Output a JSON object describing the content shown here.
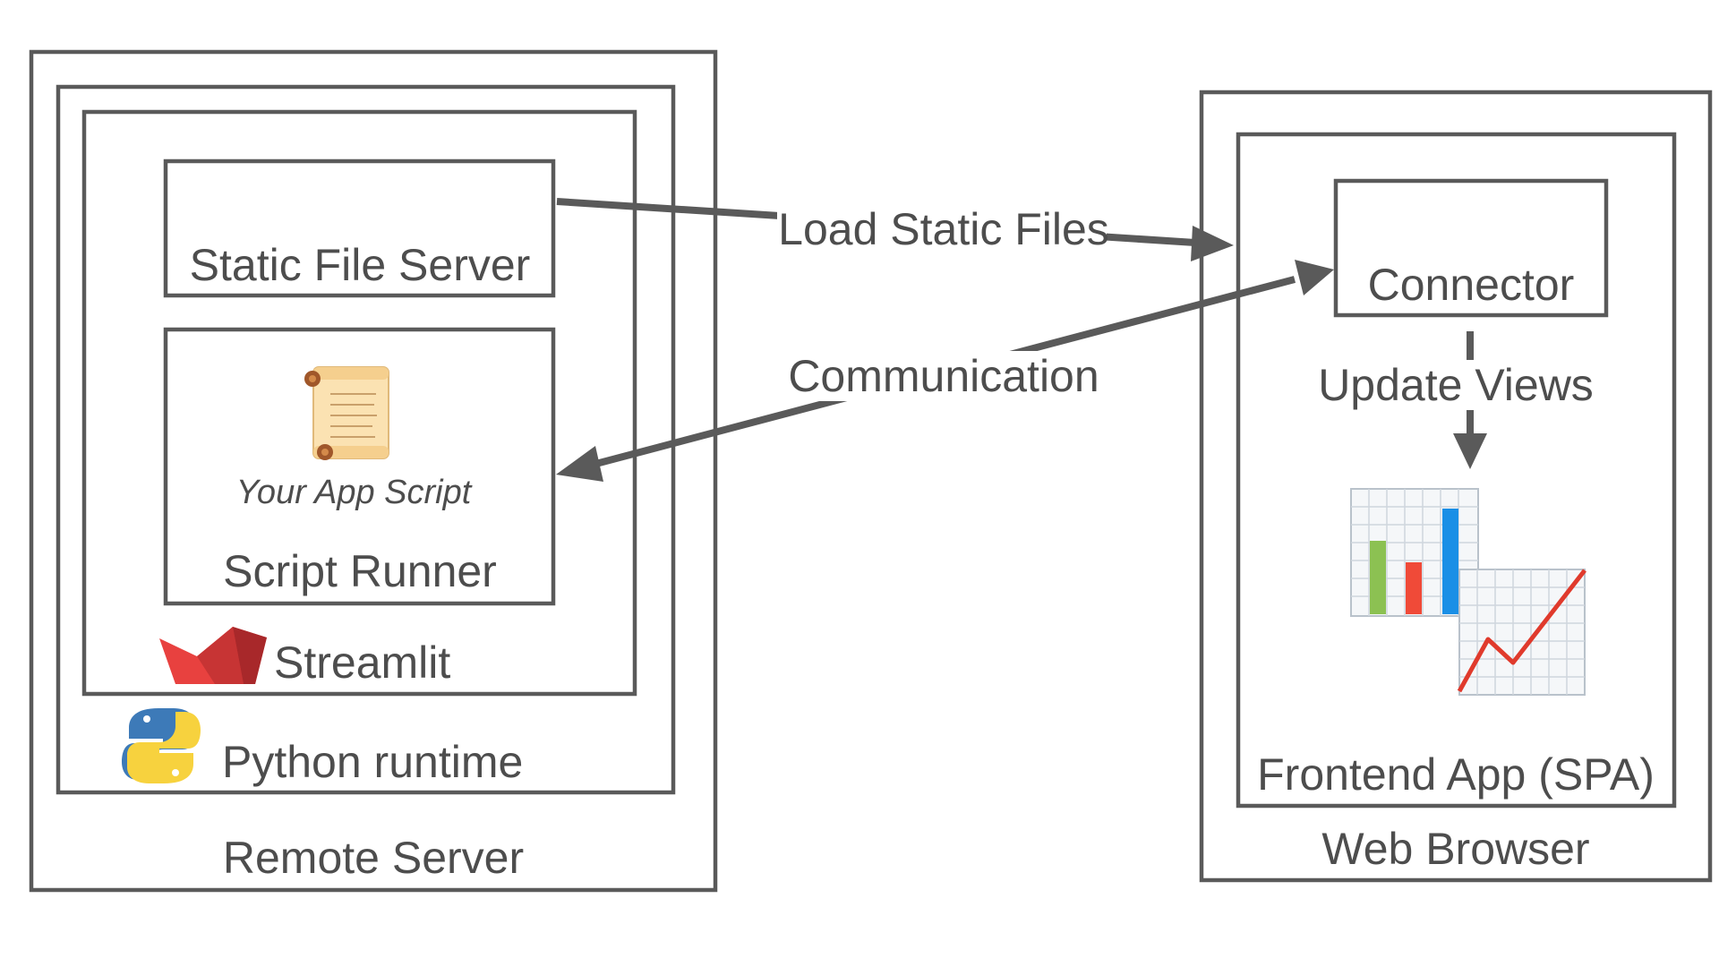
{
  "remote_server": {
    "title": "Remote Server",
    "python_runtime": {
      "title": "Python runtime"
    },
    "streamlit": {
      "title": "Streamlit",
      "static_file_server": {
        "title": "Static File Server"
      },
      "script_runner": {
        "title": "Script Runner",
        "script_label": "Your App Script"
      }
    }
  },
  "web_browser": {
    "title": "Web Browser",
    "frontend_app": {
      "title": "Frontend App (SPA)"
    },
    "connector": {
      "title": "Connector"
    }
  },
  "arrows": {
    "load_static_files": "Load Static Files",
    "communication": "Communication",
    "update_views": "Update Views"
  },
  "colors": {
    "stroke": "#5a5a5a",
    "text": "#4d4d4d",
    "streamlit_red": "#e8413f",
    "python_blue": "#3d7ab8",
    "python_yellow": "#f7d23e",
    "chart_green": "#8cc152",
    "chart_red": "#f04a38",
    "chart_blue": "#1a8fe6"
  },
  "icons": [
    "scroll-icon",
    "streamlit-crown-icon",
    "python-logo-icon",
    "bar-chart-icon",
    "line-chart-icon"
  ]
}
